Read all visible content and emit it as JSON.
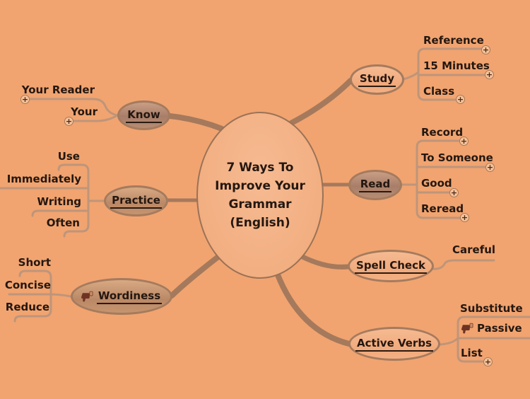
{
  "mindmap": {
    "central": {
      "text_lines": [
        "7 Ways To",
        "Improve Your",
        "Grammar",
        "(English)"
      ]
    },
    "branches": [
      {
        "label": "Study",
        "children": [
          {
            "label": "Reference",
            "expandable": true
          },
          {
            "label": "15 Minutes",
            "expandable": true
          },
          {
            "label": "Class",
            "expandable": true
          }
        ]
      },
      {
        "label": "Know",
        "children": [
          {
            "label": "Your Reader",
            "expandable": true
          },
          {
            "label": "Your",
            "expandable": true
          }
        ]
      },
      {
        "label": "Read",
        "children": [
          {
            "label": "Record",
            "expandable": true
          },
          {
            "label": "To Someone",
            "expandable": true
          },
          {
            "label": "Good",
            "expandable": true
          },
          {
            "label": "Reread",
            "expandable": true
          }
        ]
      },
      {
        "label": "Practice",
        "children": [
          {
            "label": "Use"
          },
          {
            "label": "Immediately"
          },
          {
            "label": "Writing"
          },
          {
            "label": "Often"
          }
        ]
      },
      {
        "label": "Spell Check",
        "children": [
          {
            "label": "Careful"
          }
        ]
      },
      {
        "label": "Wordiness",
        "icon": "thumbs-down",
        "children": [
          {
            "label": "Short"
          },
          {
            "label": "Concise"
          },
          {
            "label": "Reduce"
          }
        ]
      },
      {
        "label": "Active Verbs",
        "children": [
          {
            "label": "Substitute"
          },
          {
            "label": "Passive",
            "icon": "thumbs-down"
          },
          {
            "label": "List",
            "expandable": true
          }
        ]
      }
    ],
    "expand_glyph": "+",
    "colors": {
      "background": "#F1A470",
      "connector": "#A5795C",
      "branch_line": "#BE957A",
      "node_border": "#A57B5E",
      "light_node_fill": "#F3B184",
      "dark_node_fill": "#B78A6E",
      "central_fill": "#F4B38A",
      "text": "#241710",
      "thumbs_down_icon": "#6E3322"
    }
  }
}
